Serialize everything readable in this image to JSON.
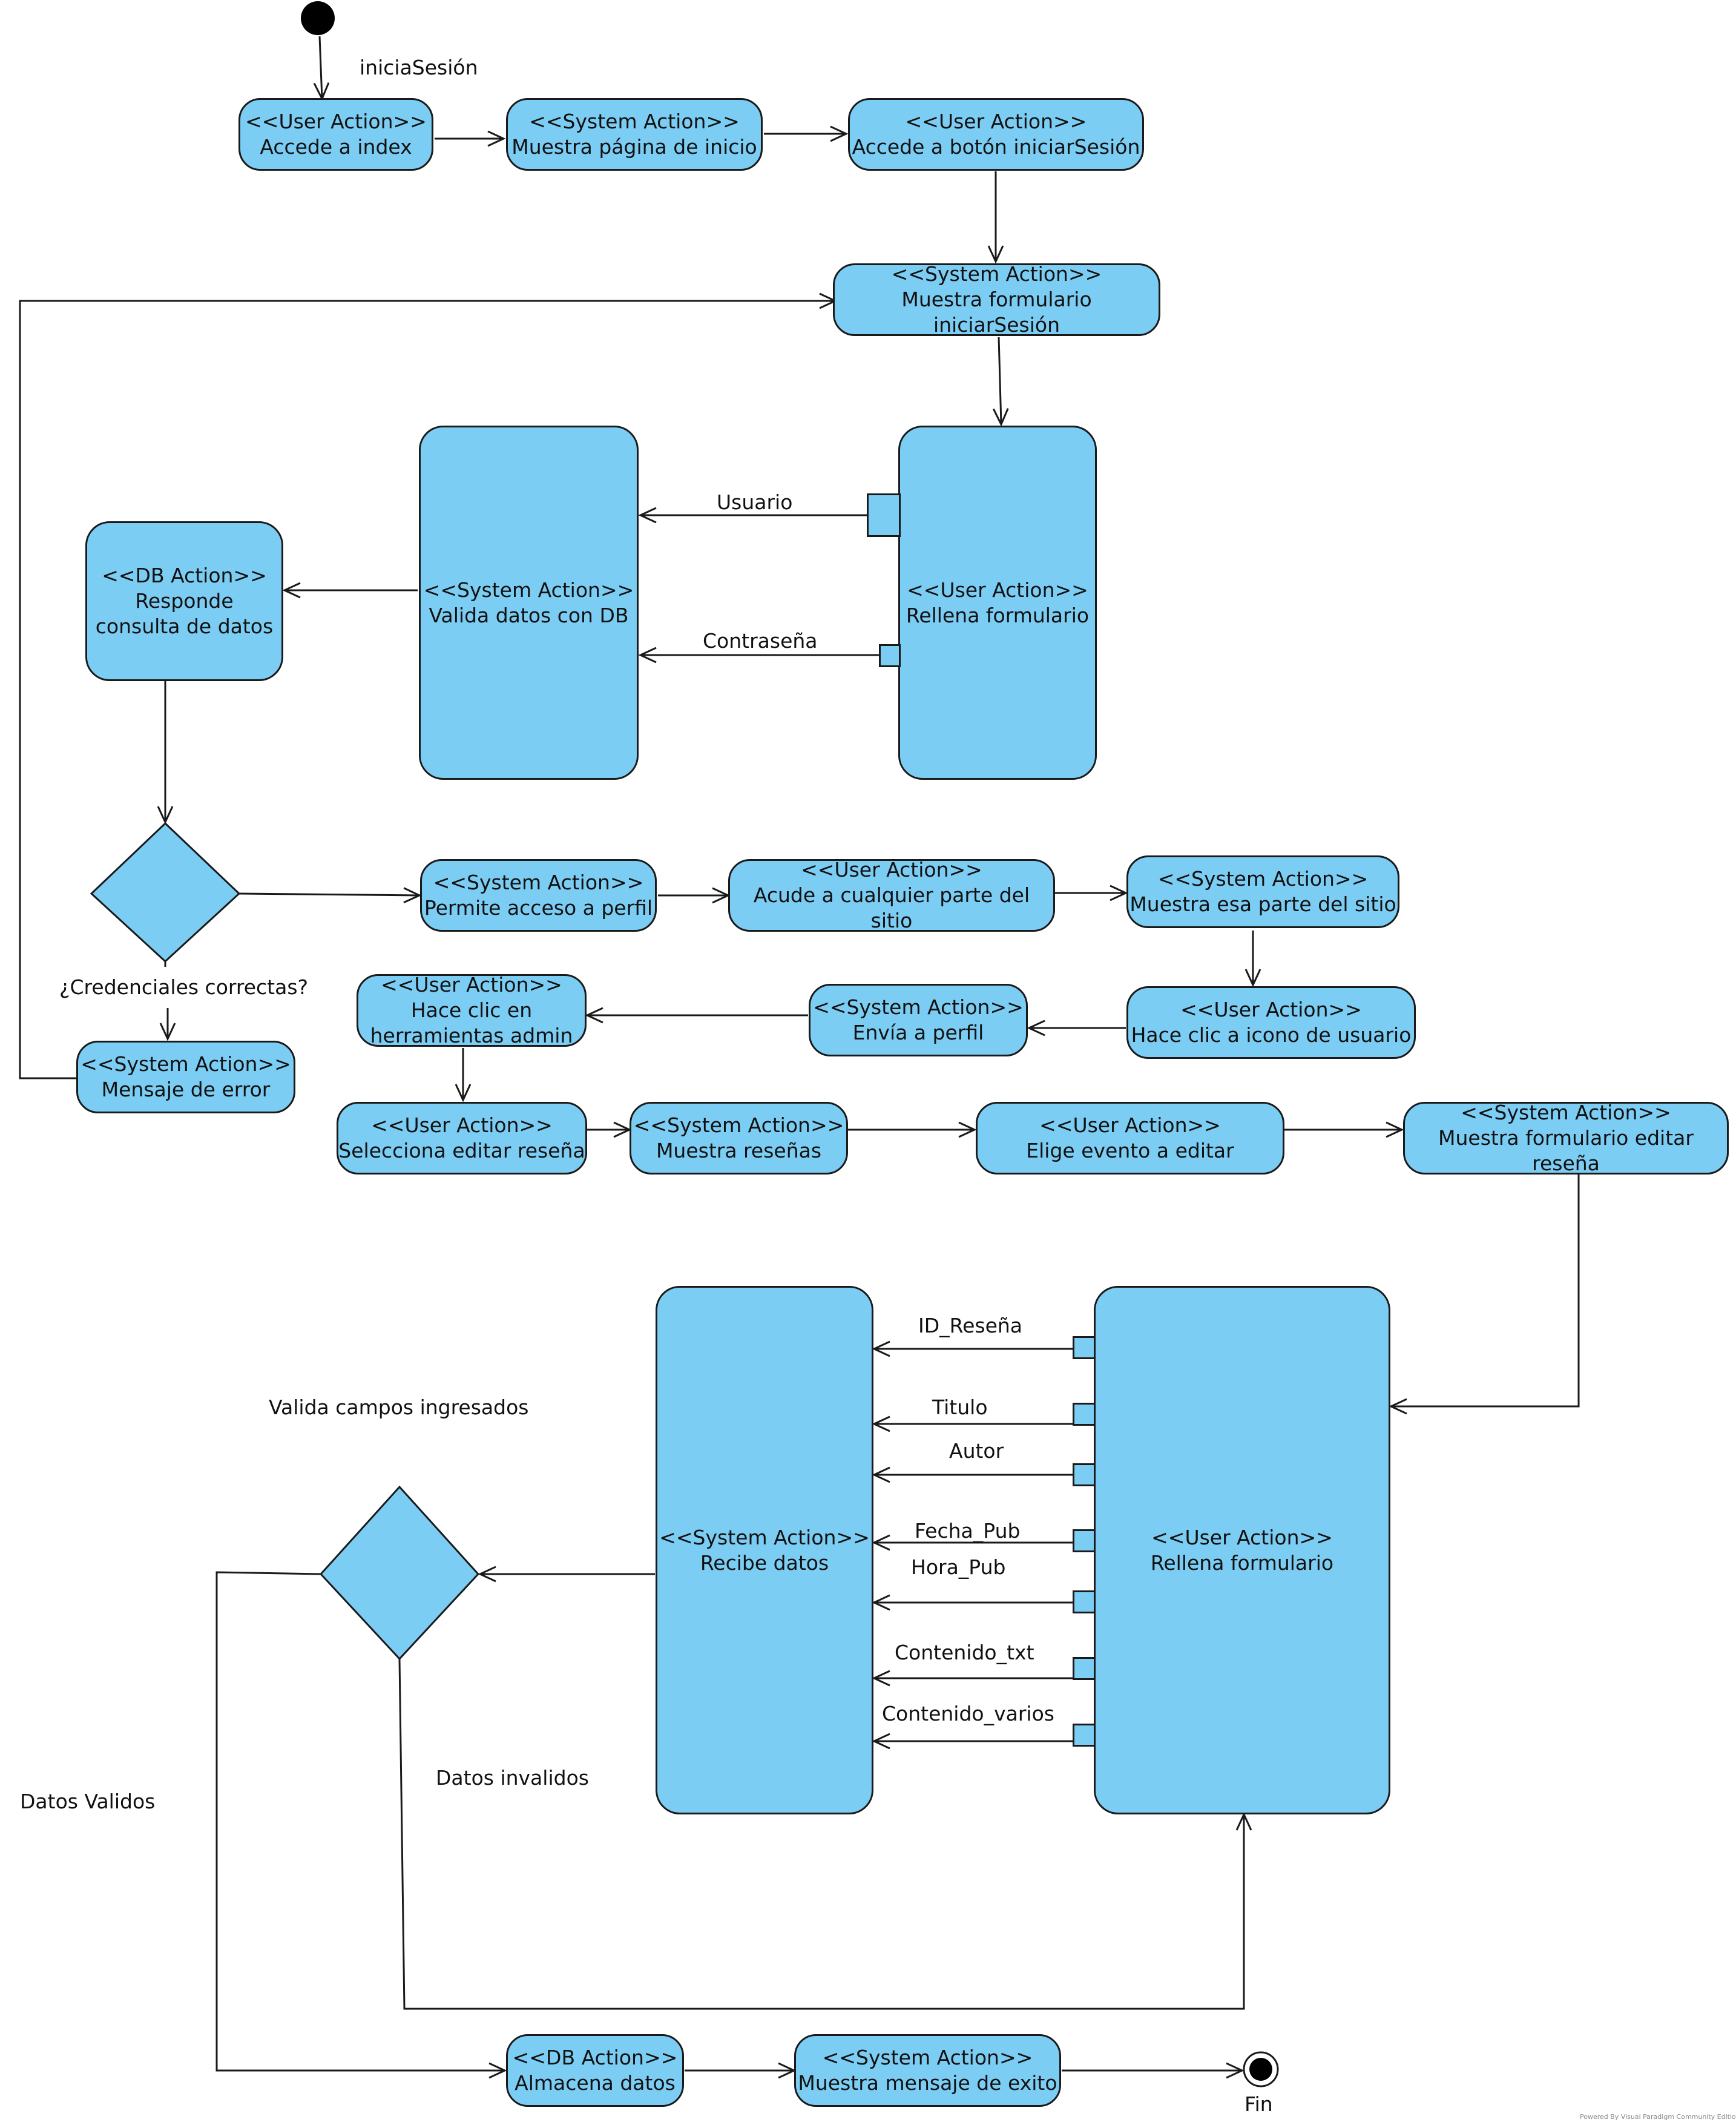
{
  "colors": {
    "fill": "#7ccdf4",
    "stroke": "#1a1a1a",
    "text": "#111111"
  },
  "nodes": {
    "n1": {
      "stereotype": "<<User Action>>",
      "text": "Accede a index"
    },
    "n2": {
      "stereotype": "<<System Action>>",
      "text": "Muestra página de inicio"
    },
    "n3": {
      "stereotype": "<<User Action>>",
      "text": "Accede a botón iniciarSesión"
    },
    "n4": {
      "stereotype": "<<System Action>>",
      "text": "Muestra formulario",
      "text2": "iniciarSesión"
    },
    "n5": {
      "stereotype": "<<User Action>>",
      "text": "Rellena formulario"
    },
    "n6": {
      "stereotype": "<<System Action>>",
      "text": "Valida datos con DB"
    },
    "n7": {
      "stereotype": "<<DB Action>>",
      "text": "Responde",
      "text2": "consulta de datos"
    },
    "n8": {
      "stereotype": "<<System Action>>",
      "text": "Mensaje de error"
    },
    "n9": {
      "stereotype": "<<System Action>>",
      "text": "Permite acceso a perfil"
    },
    "n10": {
      "stereotype": "<<User Action>>",
      "text": "Acude a cualquier parte del",
      "text2": "sitio"
    },
    "n11": {
      "stereotype": "<<System Action>>",
      "text": "Muestra esa parte del sitio"
    },
    "n12": {
      "stereotype": "<<User Action>>",
      "text": "Hace clic a icono de usuario"
    },
    "n13": {
      "stereotype": "<<System Action>>",
      "text": "Envía a perfil"
    },
    "n14": {
      "stereotype": "<<User Action>>",
      "text": "Hace clic en",
      "text2": "herramientas admin"
    },
    "n15": {
      "stereotype": "<<User Action>>",
      "text": "Selecciona editar reseña"
    },
    "n16": {
      "stereotype": "<<System Action>>",
      "text": "Muestra reseñas"
    },
    "n17": {
      "stereotype": "<<User Action>>",
      "text": "Elige evento a editar"
    },
    "n18": {
      "stereotype": "<<System Action>>",
      "text": "Muestra formulario editar",
      "text2": "reseña"
    },
    "n19": {
      "stereotype": "<<User Action>>",
      "text": "Rellena formulario"
    },
    "n20": {
      "stereotype": "<<System Action>>",
      "text": "Recibe datos"
    },
    "n21": {
      "stereotype": "<<DB Action>>",
      "text": "Almacena datos"
    },
    "n22": {
      "stereotype": "<<System Action>>",
      "text": "Muestra mensaje de exito"
    }
  },
  "labels": {
    "inicia_sesion": "iniciaSesión",
    "usuario": "Usuario",
    "contrasena": "Contraseña",
    "credenciales": "¿Credenciales correctas?",
    "valida_campos": "Valida campos ingresados",
    "datos_validos": "Datos Validos",
    "datos_invalidos": "Datos invalidos",
    "fin": "Fin",
    "pin_id": "ID_Reseña",
    "pin_titulo": "Titulo",
    "pin_autor": "Autor",
    "pin_fecha": "Fecha_Pub",
    "pin_hora": "Hora_Pub",
    "pin_contenido_txt": "Contenido_txt",
    "pin_contenido_varios": "Contenido_varios"
  },
  "watermark": "Powered By Visual Paradigm Community Edition"
}
